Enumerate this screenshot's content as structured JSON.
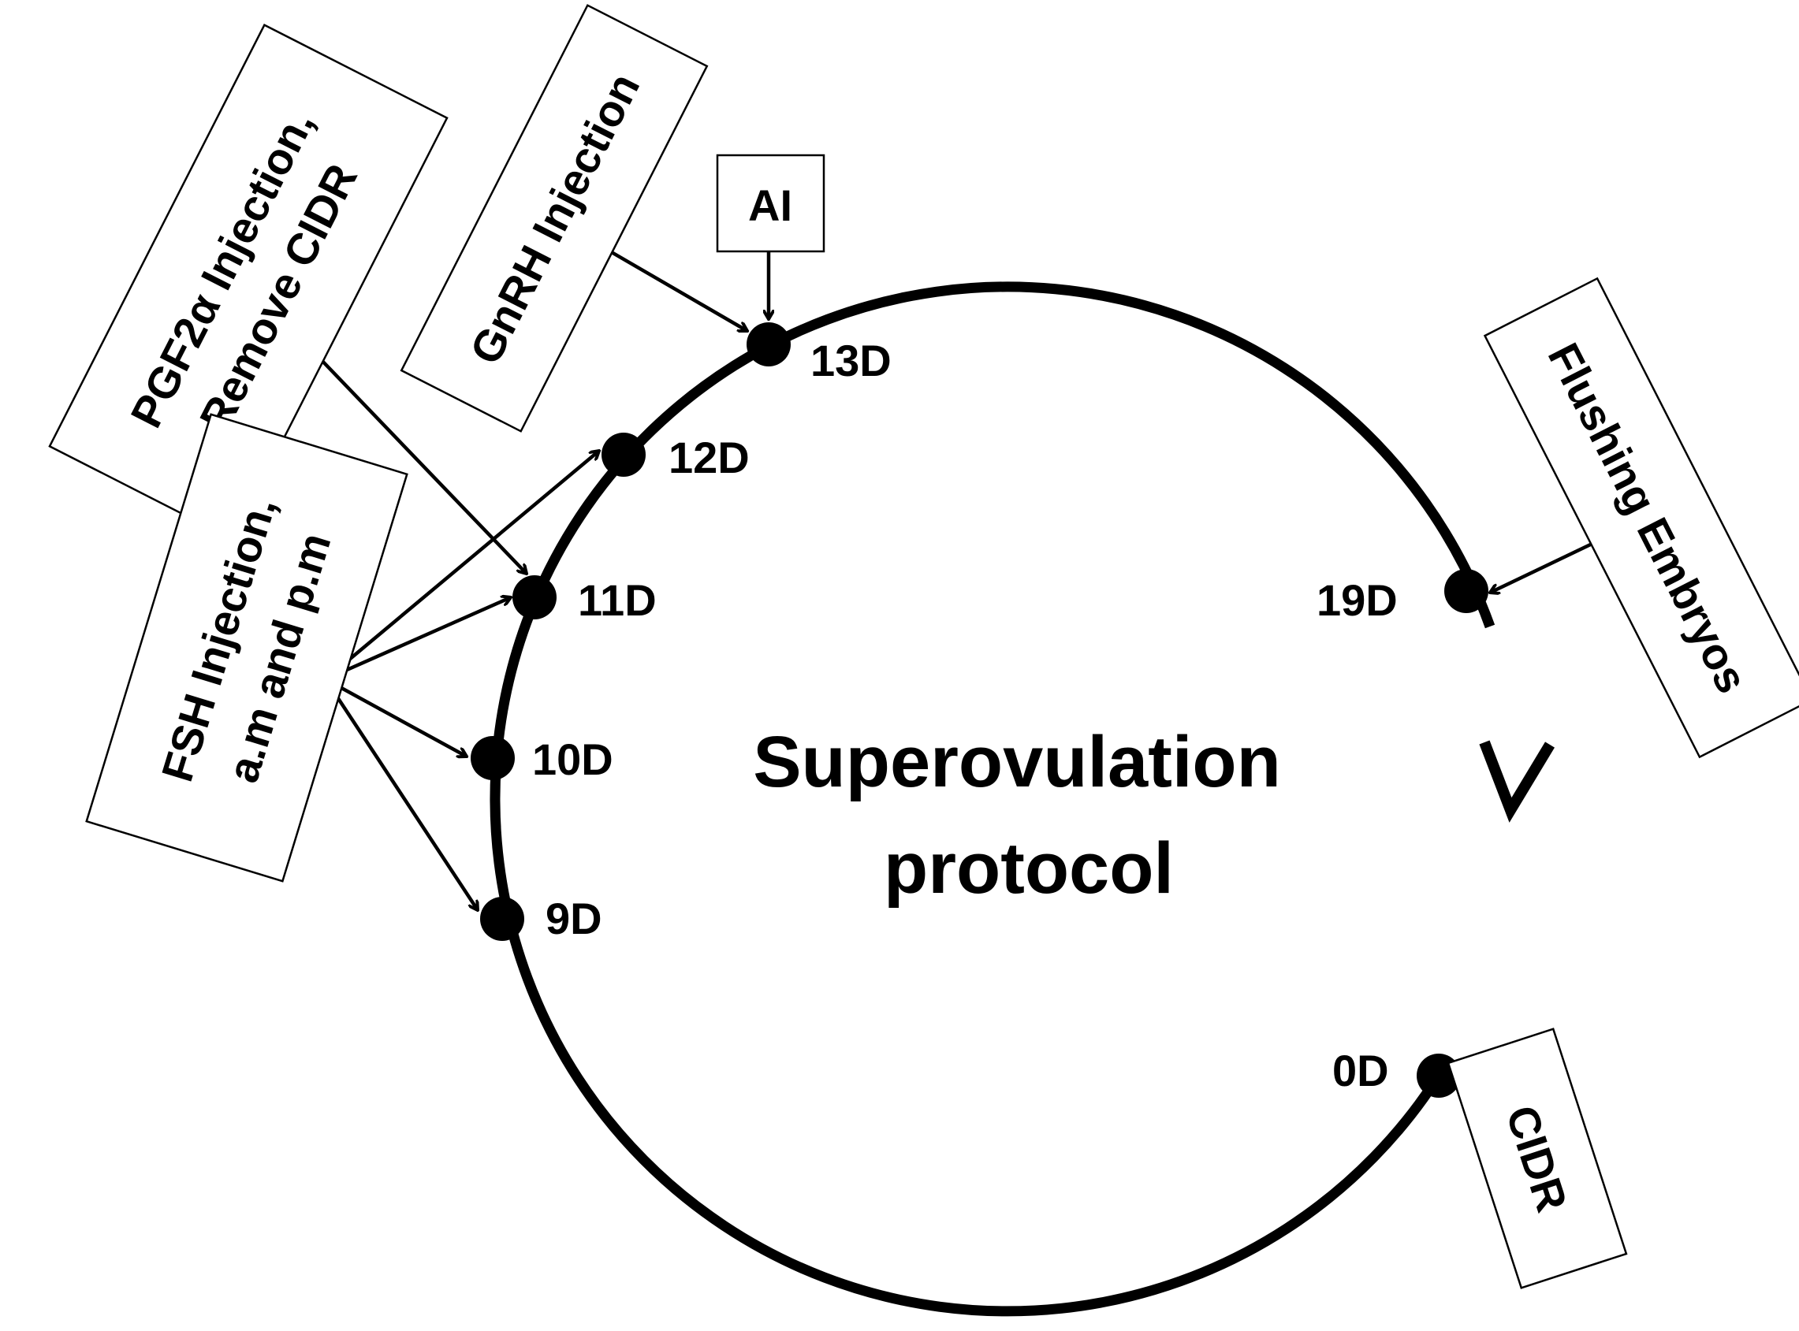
{
  "title": {
    "line1": "Superovulation",
    "line2": "protocol"
  },
  "days": {
    "d0": "0D",
    "d9": "9D",
    "d10": "10D",
    "d11": "11D",
    "d12": "12D",
    "d13": "13D",
    "d19": "19D"
  },
  "boxes": {
    "pgf_line1": "PGF2α Injection,",
    "pgf_line2": "Remove CIDR",
    "gnrh": "GnRH Injection",
    "ai": "AI",
    "fsh_line1": "FSH Injection,",
    "fsh_line2": "a.m and p.m",
    "flushing": "Flushing Embryos",
    "cidr": "CIDR"
  }
}
